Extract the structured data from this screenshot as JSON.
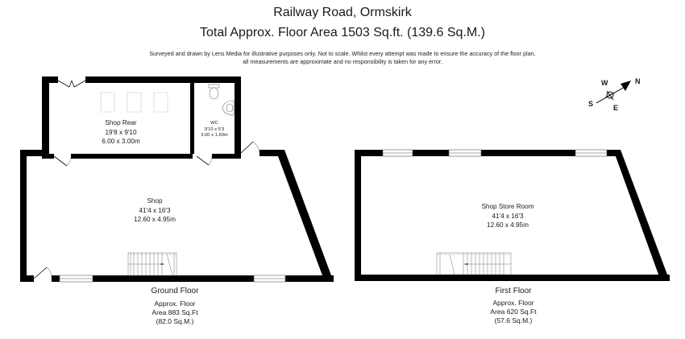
{
  "header": {
    "title": "Railway Road, Ormskirk",
    "total_area": "Total Approx. Floor Area 1503 Sq.ft. (139.6 Sq.M.)",
    "disclaimer_line1": "Surveyed and drawn by Lens Media for illustrative purposes only. Not to scale. Whilst every attempt was made to ensure the accuracy of the floor plan,",
    "disclaimer_line2": "all measurements are approximate and no responsibility is taken for any error."
  },
  "compass": {
    "icon": "compass-icon",
    "labels": {
      "n": "N",
      "s": "S",
      "e": "E",
      "w": "W"
    }
  },
  "floors": [
    {
      "name": "Ground Floor",
      "area_line1": "Approx. Floor",
      "area_line2": "Area 883 Sq.Ft",
      "area_line3": "(82.0 Sq.M.)",
      "rooms": [
        {
          "name": "Shop Rear",
          "imperial": "19'8 x 9'10",
          "metric": "6.00 x 3.00m"
        },
        {
          "name": "WC",
          "imperial": "9'10 x 5'3",
          "metric": "3.00 x 1.60m"
        },
        {
          "name": "Shop",
          "imperial": "41'4 x 16'3",
          "metric": "12.60 x 4.95m"
        }
      ]
    },
    {
      "name": "First Floor",
      "area_line1": "Approx. Floor",
      "area_line2": "Area 620 Sq.Ft",
      "area_line3": "(57.6 Sq.M.)",
      "rooms": [
        {
          "name": "Shop Store Room",
          "imperial": "41'4 x 16'3",
          "metric": "12.60 x 4.95m"
        }
      ]
    }
  ],
  "colors": {
    "wall": "#000000",
    "background": "#ffffff",
    "text": "#1a1a1a",
    "fixture": "#888888"
  }
}
